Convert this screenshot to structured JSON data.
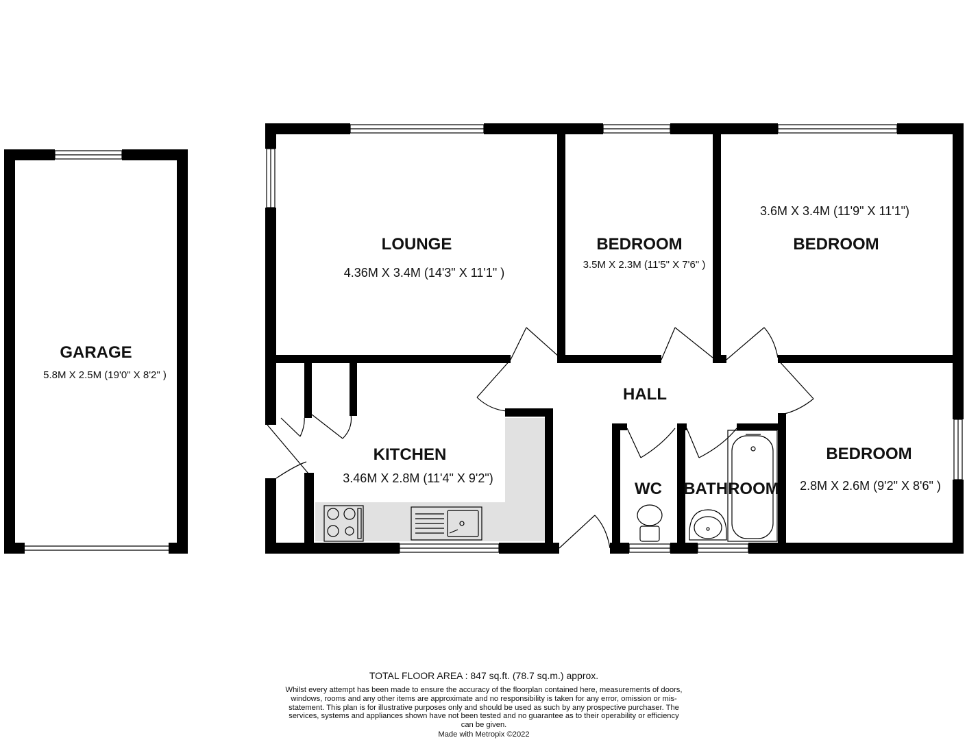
{
  "rooms": {
    "garage": {
      "name": "GARAGE",
      "dims": "5.8M X 2.5M (19'0\" X 8'2\" )"
    },
    "lounge": {
      "name": "LOUNGE",
      "dims": "4.36M X 3.4M (14'3\" X 11'1\" )"
    },
    "bedroom1": {
      "name": "BEDROOM",
      "dims": "3.5M X 2.3M (11'5\" X 7'6\" )"
    },
    "bedroom2": {
      "name": "BEDROOM",
      "dims": "3.6M X 3.4M (11'9\" X 11'1\")"
    },
    "hall": {
      "name": "HALL"
    },
    "kitchen": {
      "name": "KITCHEN",
      "dims": "3.46M X 2.8M (11'4\" X 9'2\")"
    },
    "wc": {
      "name": "WC"
    },
    "bathroom": {
      "name": "BATHROOM"
    },
    "bedroom3": {
      "name": "BEDROOM",
      "dims": "2.8M X 2.6M (9'2\" X 8'6\" )"
    }
  },
  "footer": {
    "total_area": "TOTAL FLOOR AREA : 847 sq.ft. (78.7 sq.m.) approx.",
    "disclaimer": "Whilst every attempt has been made to ensure the accuracy of the floorplan contained here, measurements of doors, windows, rooms and any other items are approximate and no responsibility is taken for any error, omission or mis-statement. This plan is for illustrative purposes only and should be used as such by any prospective purchaser. The services, systems and appliances shown have not been tested and no guarantee as to their operability or efficiency can be given.",
    "made_with": "Made with Metropix ©2022"
  },
  "colors": {
    "wall": "#000000",
    "worktop": "#e1e1e1",
    "background": "#ffffff"
  }
}
